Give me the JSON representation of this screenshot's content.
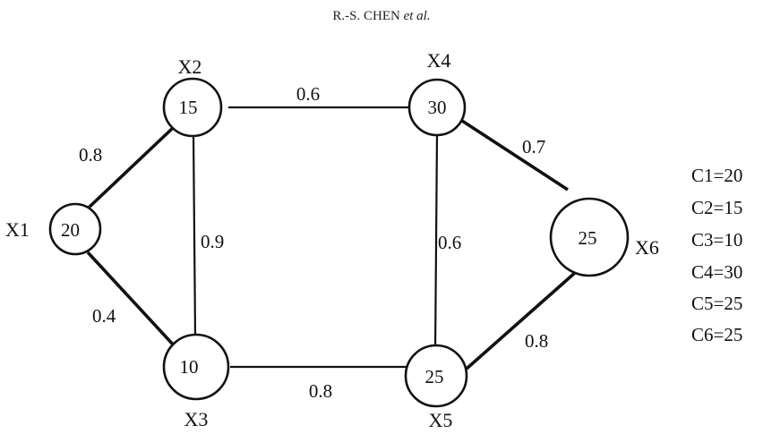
{
  "header": {
    "author_name": "R.-S. ",
    "author_surname": "CHEN",
    "author_suffix": " et al."
  },
  "nodes": [
    {
      "id": "X1",
      "label": "X1",
      "value": "20"
    },
    {
      "id": "X2",
      "label": "X2",
      "value": "15"
    },
    {
      "id": "X3",
      "label": "X3",
      "value": "10"
    },
    {
      "id": "X4",
      "label": "X4",
      "value": "30"
    },
    {
      "id": "X5",
      "label": "X5",
      "value": "25"
    },
    {
      "id": "X6",
      "label": "X6",
      "value": "25"
    }
  ],
  "edges": [
    {
      "from": "X1",
      "to": "X2",
      "weight": "0.8"
    },
    {
      "from": "X1",
      "to": "X3",
      "weight": "0.4"
    },
    {
      "from": "X2",
      "to": "X4",
      "weight": "0.6"
    },
    {
      "from": "X2",
      "to": "X3",
      "weight": "0.9"
    },
    {
      "from": "X4",
      "to": "X5",
      "weight": "0.6"
    },
    {
      "from": "X4",
      "to": "X6",
      "weight": "0.7"
    },
    {
      "from": "X3",
      "to": "X5",
      "weight": "0.8"
    },
    {
      "from": "X5",
      "to": "X6",
      "weight": "0.8"
    }
  ],
  "legend": [
    "C1=20",
    "C2=15",
    "C3=10",
    "C4=30",
    "C5=25",
    "C6=25"
  ]
}
